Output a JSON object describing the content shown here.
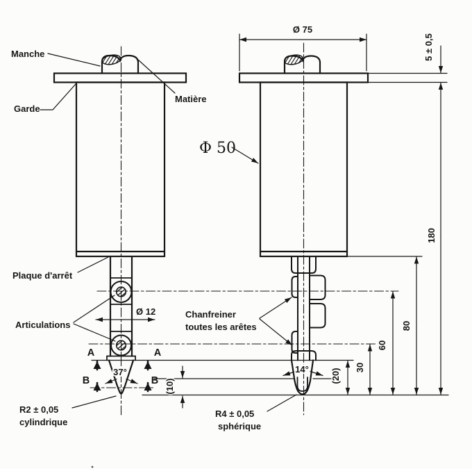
{
  "drawing": {
    "description": "Technical drawing of an articulated test finger probe, front and side views",
    "background_color": "#fcfcfa",
    "line_color": "#161616",
    "labels": {
      "manche": "Manche",
      "garde": "Garde",
      "matiere": "Matière",
      "plaque_arret": "Plaque d'arrêt",
      "articulations": "Articulations",
      "chanfreiner_line1": "Chanfreiner",
      "chanfreiner_line2": "toutes les arêtes",
      "r2_value": "R2 ± 0,05",
      "r2_type": "cylindrique",
      "r4_value": "R4 ± 0,05",
      "r4_type": "sphérique"
    },
    "dimensions": {
      "dia75": "Ø 75",
      "dia50": "Φ 50",
      "dia12": "Ø 12",
      "thickness5": "5 ± 0,5",
      "d180": "180",
      "d80": "80",
      "d60": "60",
      "d30": "30",
      "d20": "(20)",
      "d10": "(10)",
      "angle_front": "37°",
      "angle_side": "14°"
    },
    "sections": {
      "a": "A",
      "b": "B"
    }
  }
}
